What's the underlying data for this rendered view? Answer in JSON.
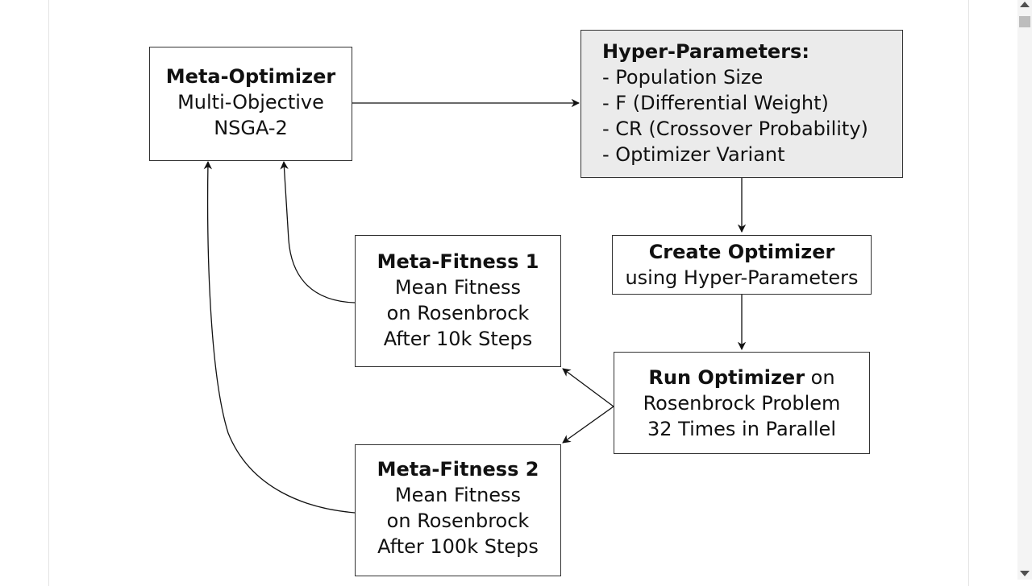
{
  "meta_optimizer": {
    "title": "Meta-Optimizer",
    "line1": "Multi-Objective",
    "line2": "NSGA-2"
  },
  "hyper_parameters": {
    "title": "Hyper-Parameters:",
    "items": [
      "- Population Size",
      "- F (Differential Weight)",
      "- CR (Crossover Probability)",
      "- Optimizer Variant"
    ]
  },
  "create_optimizer": {
    "title": "Create Optimizer",
    "line1": "using Hyper-Parameters"
  },
  "run_optimizer": {
    "title": "Run Optimizer",
    "title_suffix": " on",
    "line1": "Rosenbrock Problem",
    "line2": "32 Times in Parallel"
  },
  "meta_fitness_1": {
    "title": "Meta-Fitness 1",
    "line1": "Mean Fitness",
    "line2": "on Rosenbrock",
    "line3": "After 10k Steps"
  },
  "meta_fitness_2": {
    "title": "Meta-Fitness 2",
    "line1": "Mean Fitness",
    "line2": "on Rosenbrock",
    "line3": "After 100k Steps"
  },
  "colors": {
    "box_border": "#333333",
    "param_fill": "#ebebeb",
    "arrow": "#111111"
  }
}
